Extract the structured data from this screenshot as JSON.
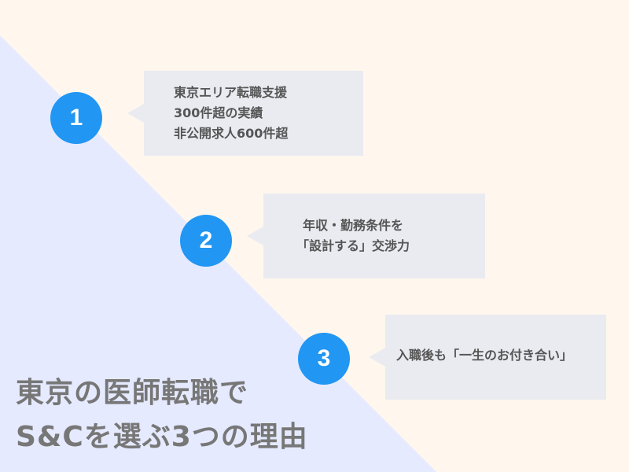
{
  "colors": {
    "background_warm": "#fff7ed",
    "background_cool": "#e5eaff",
    "accent_blue": "#2196f3",
    "callout_bg": "#eaebf1",
    "callout_text": "#555555",
    "title_text": "#777777"
  },
  "title": {
    "line1": "東京の医師転職で",
    "line2": "S&Cを選ぶ3つの理由"
  },
  "steps": [
    {
      "number": "1",
      "lines": [
        "東京エリア転職支援",
        "300件超の実績",
        "非公開求人600件超"
      ]
    },
    {
      "number": "2",
      "lines": [
        "年収・勤務条件を",
        "「設計する」交渉力"
      ]
    },
    {
      "number": "3",
      "lines": [
        "入職後も「一生のお付き合い」"
      ]
    }
  ]
}
